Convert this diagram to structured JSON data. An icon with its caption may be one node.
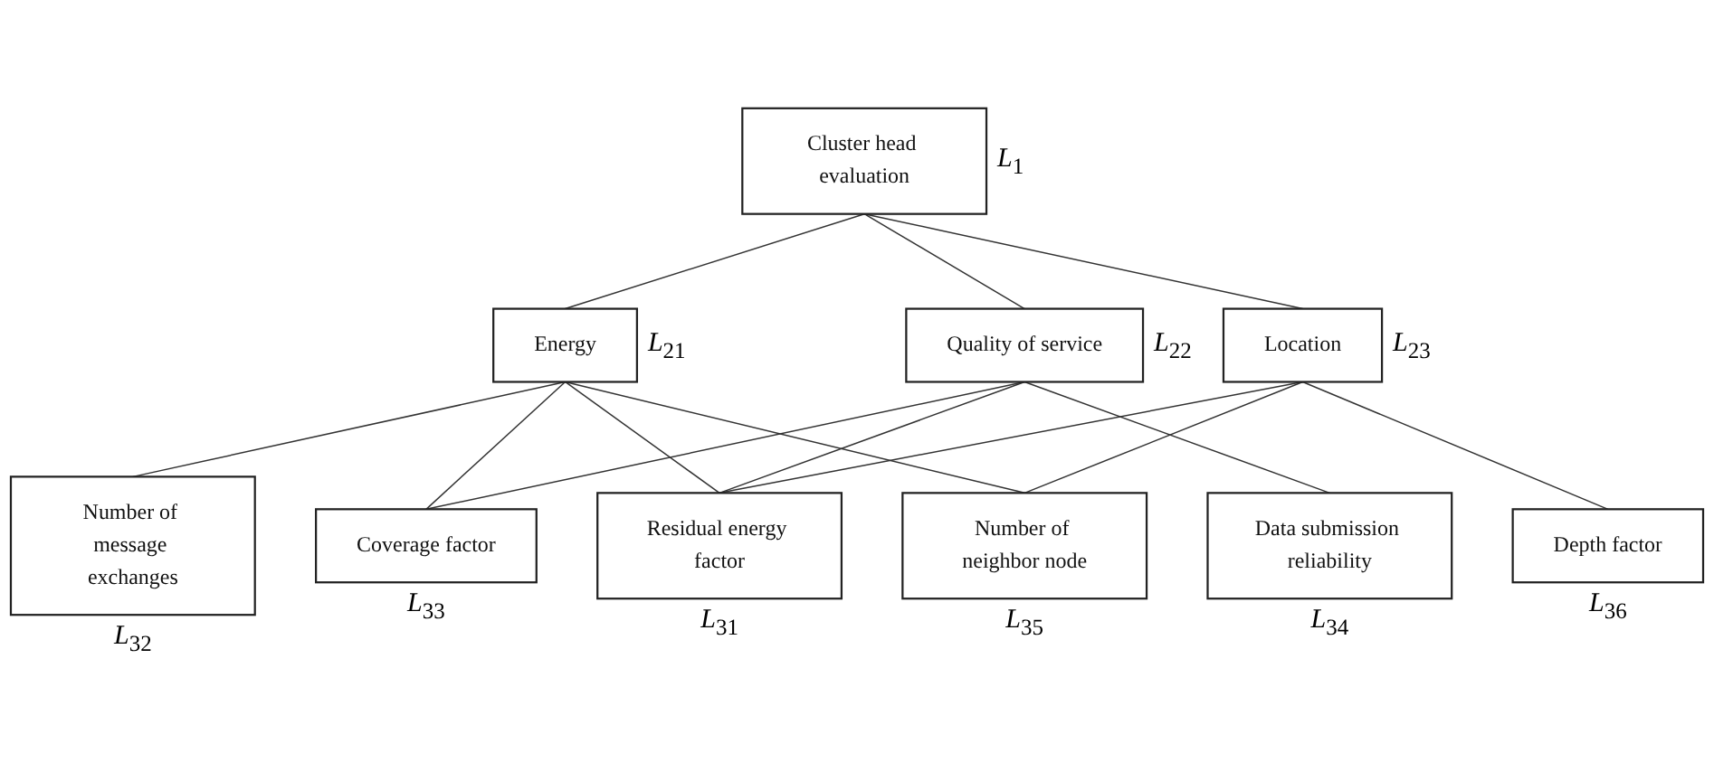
{
  "diagram": {
    "nodes": [
      {
        "text": [
          "Cluster head evaluation"
        ],
        "beside": [
          "L$_{1}$"
        ]
      },
      {
        "text": [
          "Energy"
        ],
        "beside": [
          "L$_{21}$"
        ]
      },
      {
        "text": [
          "Quality of service"
        ],
        "beside": [
          "L$_{22}$"
        ]
      },
      {
        "text": [
          "Location"
        ],
        "beside": [
          "L$_{23}$"
        ]
      },
      {
        "text": [
          "Residual energy factor"
        ],
        "beside": [
          "L$_{31}$"
        ]
      },
      {
        "text": [
          "Number of message exchanges"
        ],
        "beside": [
          "L$_{32}$"
        ]
      },
      {
        "text": [
          "Coverage factor"
        ],
        "beside": [
          "L$_{33}$"
        ]
      },
      {
        "text": [
          "Data submission reliability"
        ],
        "beside": [
          "L$_{34}$"
        ]
      },
      {
        "text": [
          "Number of neighbor node"
        ],
        "beside": [
          "L$_{35}$"
        ]
      },
      {
        "text": [
          "Depth factor"
        ],
        "beside": [
          "L$_{36}$"
        ]
      }
    ],
    "edges": [
      {
        "from": 0,
        "to": 1,
        "arrow": "none"
      },
      {
        "from": 0,
        "to": 2,
        "arrow": "none"
      },
      {
        "from": 0,
        "to": 3,
        "arrow": "none"
      },
      {
        "from": 1,
        "to": 4,
        "arrow": "none"
      },
      {
        "from": 1,
        "to": 5,
        "arrow": "none"
      },
      {
        "from": 1,
        "to": 6,
        "arrow": "none"
      },
      {
        "from": 1,
        "to": 8,
        "arrow": "none"
      },
      {
        "from": 2,
        "to": 4,
        "arrow": "none"
      },
      {
        "from": 2,
        "to": 6,
        "arrow": "none"
      },
      {
        "from": 2,
        "to": 7,
        "arrow": "none"
      },
      {
        "from": 3,
        "to": 4,
        "arrow": "none"
      },
      {
        "from": 3,
        "to": 8,
        "arrow": "none"
      },
      {
        "from": 3,
        "to": 9,
        "arrow": "none"
      }
    ]
  }
}
